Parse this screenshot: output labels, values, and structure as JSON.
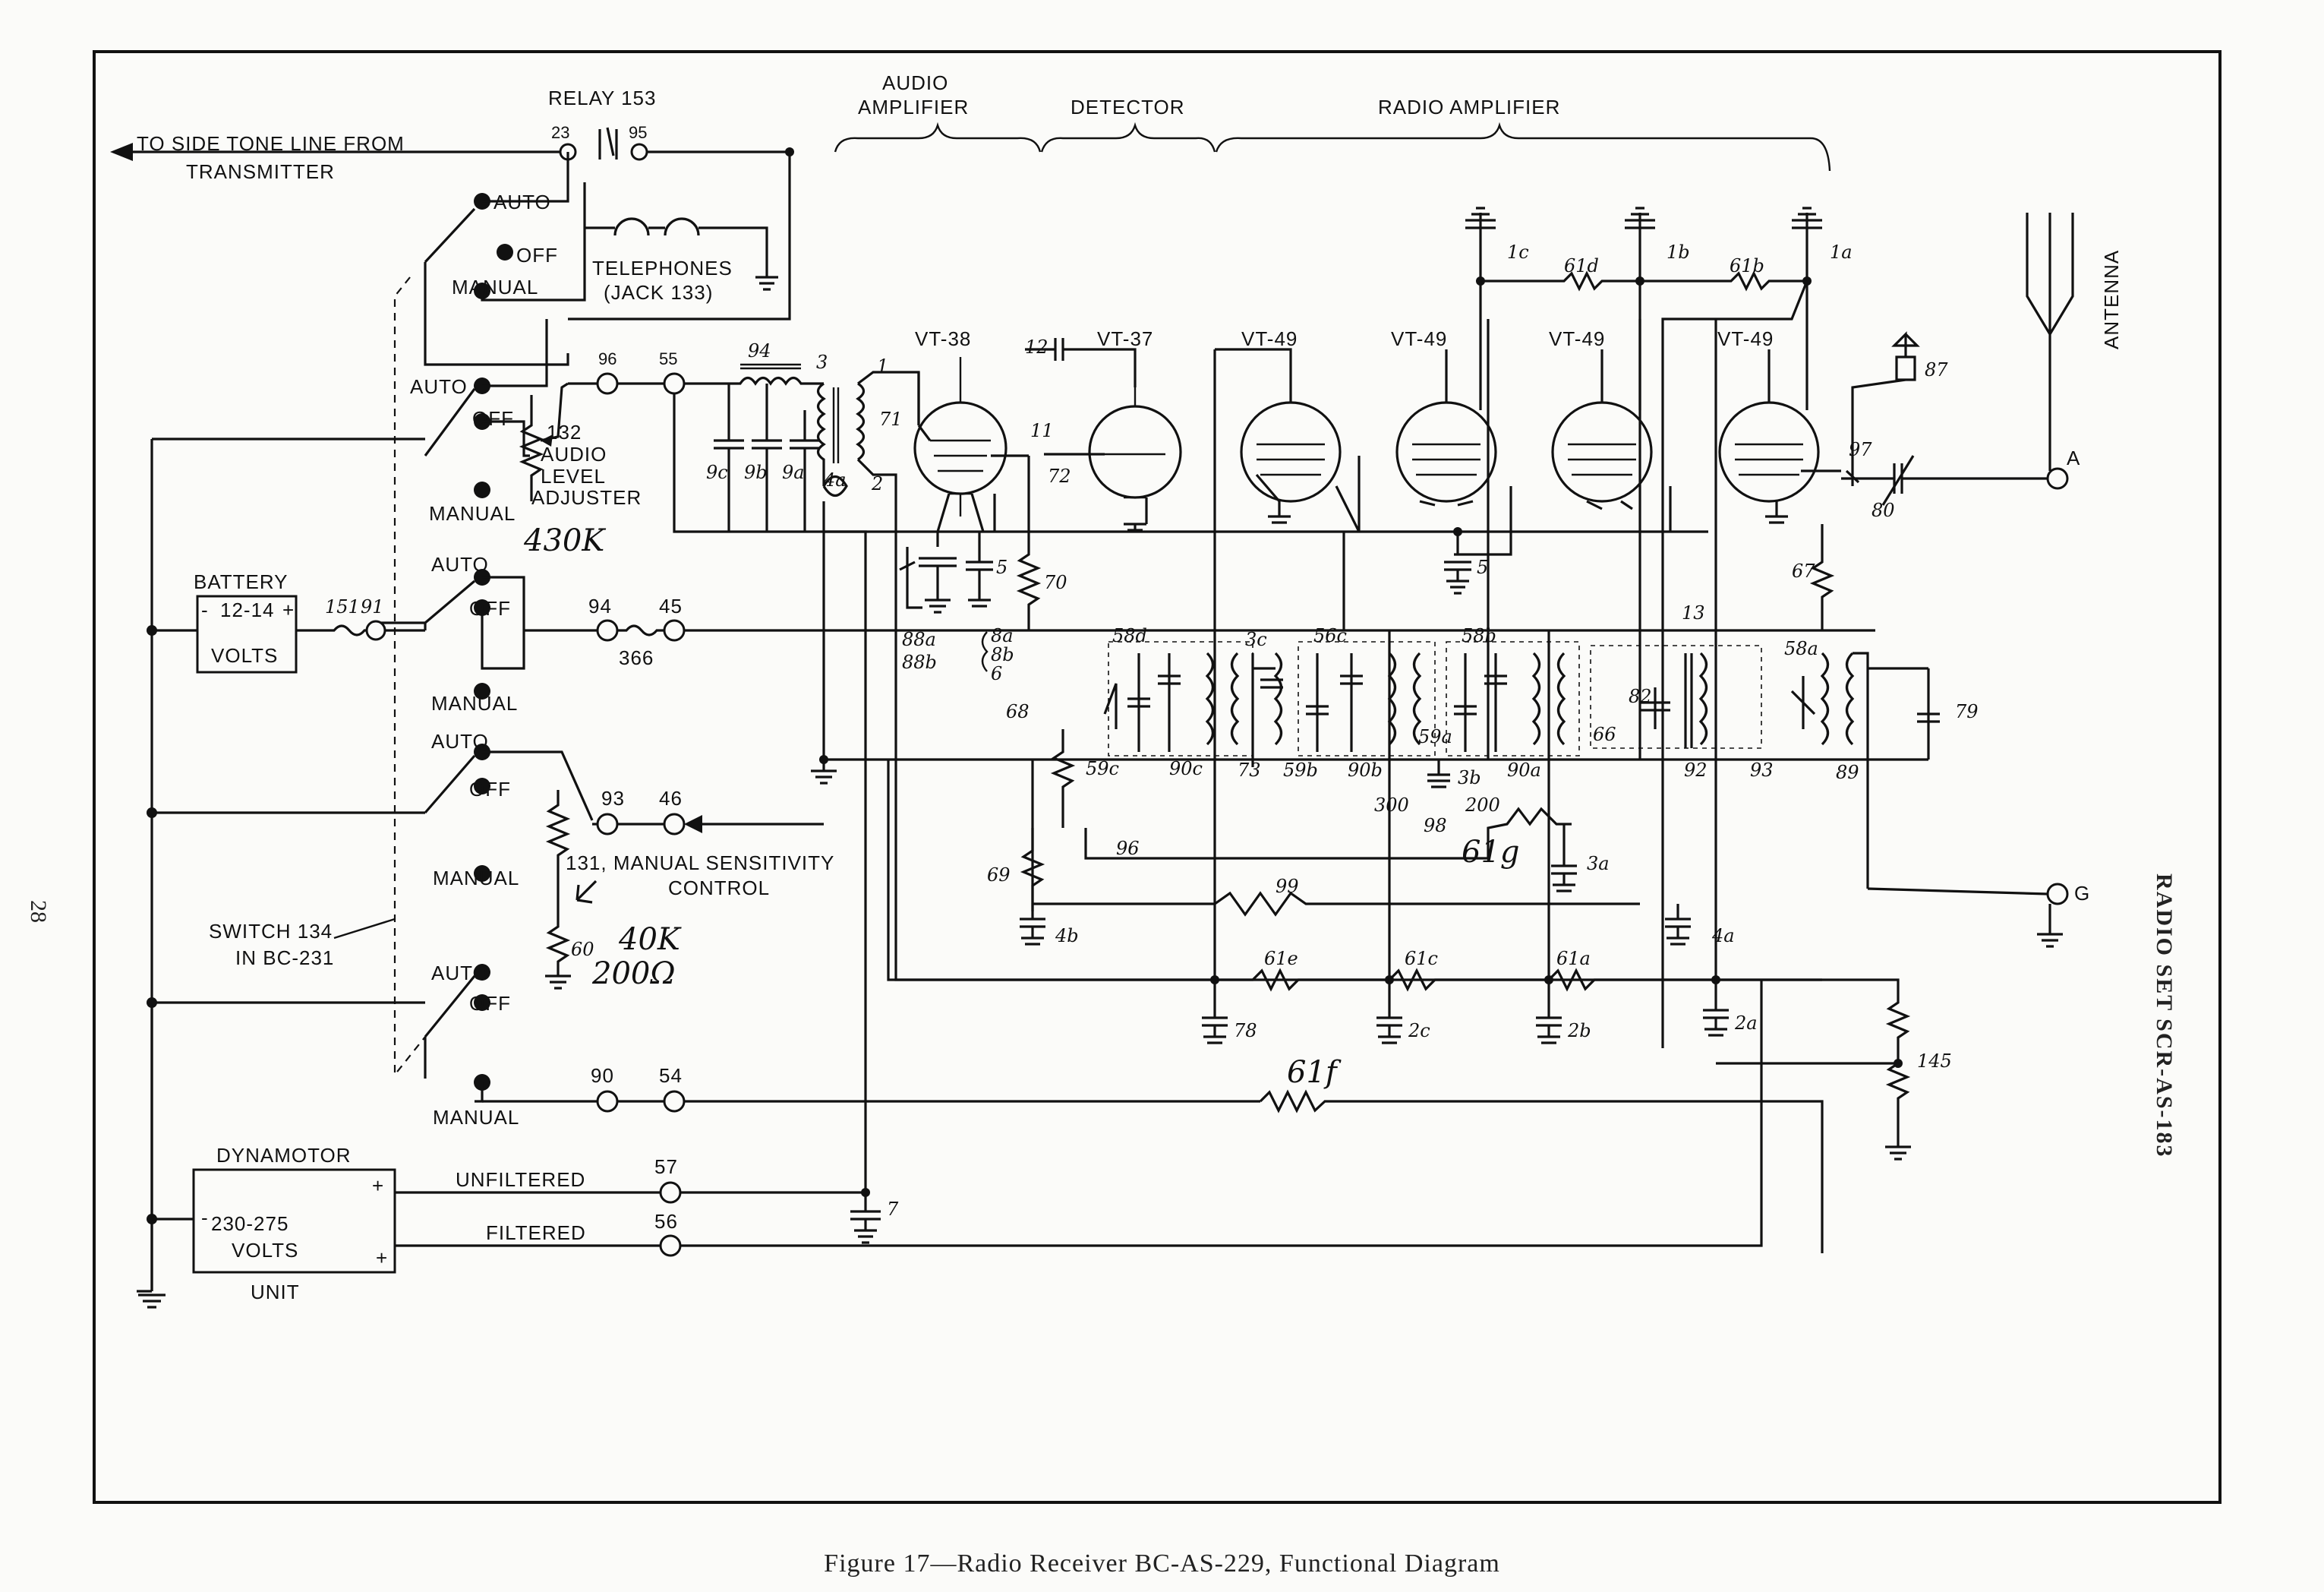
{
  "caption": "Figure 17—Radio Receiver BC-AS-229, Functional Diagram",
  "page_number": "28",
  "side_title": "RADIO SET SCR-AS-183",
  "sections": {
    "audio_amplifier_1": "AUDIO",
    "audio_amplifier_2": "AMPLIFIER",
    "detector": "DETECTOR",
    "radio_amplifier": "RADIO AMPLIFIER"
  },
  "relay": {
    "label": "RELAY 153",
    "t_23": "23",
    "t_95": "95"
  },
  "side_tone": {
    "line1": "TO SIDE TONE LINE FROM",
    "line2": "TRANSMITTER"
  },
  "telephones": {
    "line1": "TELEPHONES",
    "line2": "(JACK 133)"
  },
  "switch_positions": {
    "auto": "AUTO",
    "off": "OFF",
    "manual": "MANUAL"
  },
  "audio_level": {
    "t_96": "96",
    "t_55": "55",
    "line1": "132",
    "line2": "AUDIO",
    "line3": "LEVEL",
    "line4": "ADJUSTER",
    "note": "430K"
  },
  "battery": {
    "title": "BATTERY",
    "value": "12-14",
    "minus": "-",
    "plus": "+",
    "unit": "VOLTS",
    "r151": "151",
    "t91": "91"
  },
  "battery_line": {
    "t94": "94",
    "t45": "45",
    "r366": "366"
  },
  "sensitivity": {
    "t93": "93",
    "t46": "46",
    "line1": "131, MANUAL SENSITIVITY",
    "line2": "CONTROL",
    "note1": "40K",
    "r60": "60",
    "note2": "200Ω"
  },
  "switch_134": {
    "line1": "SWITCH 134",
    "line2": "IN BC-231"
  },
  "dyn_line": {
    "t90": "90",
    "t54": "54",
    "r61f": "61f"
  },
  "dynamotor": {
    "title": "DYNAMOTOR",
    "value": "230-275",
    "unit": "VOLTS",
    "footer": "UNIT",
    "plus": "+",
    "minus": "-",
    "unfiltered": "UNFILTERED",
    "filtered": "FILTERED",
    "t57": "57",
    "t56": "56",
    "c7": "7"
  },
  "tubes": [
    "VT-38",
    "VT-37",
    "VT-49",
    "VT-49",
    "VT-49",
    "VT-49"
  ],
  "antenna": {
    "label": "ANTENNA",
    "term_a": "A",
    "term_g": "G"
  },
  "components": {
    "c1a": "1a",
    "c1b": "1b",
    "c1c": "1c",
    "r61b": "61b",
    "r61d": "61d",
    "t94": "94",
    "t3": "3",
    "t1": "1",
    "t71": "71",
    "t2": "2",
    "t4a": "4a",
    "c9a": "9a",
    "c9b": "9b",
    "c9c": "9c",
    "t12": "12",
    "t11": "11",
    "t72": "72",
    "c5a": "5",
    "c5b": "5",
    "r70": "70",
    "b8a": "8a",
    "b8b": "8b",
    "b6": "6",
    "b88a": "88a",
    "b88b": "88b",
    "r68": "68",
    "l58d": "58d",
    "l58c": "56c",
    "l58b": "58b",
    "l58a": "58a",
    "c3c": "3c",
    "c3b": "3b",
    "c59c": "59c",
    "c59b": "59b",
    "c59a": "59a",
    "l90c": "90c",
    "l90b": "90b",
    "l90a": "90a",
    "t73": "73",
    "r13": "13",
    "c82": "82",
    "r66": "66",
    "t92": "92",
    "t93": "93",
    "t89": "89",
    "c79": "79",
    "c87": "87",
    "t97": "97",
    "c80": "80",
    "r67": "67",
    "r98": "98",
    "r61g": "61g",
    "n300": "300",
    "n200": "200",
    "r96": "96",
    "c3a": "3a",
    "r99": "99",
    "r69": "69",
    "c4b": "4b",
    "c4a": "4a",
    "r61e": "61e",
    "r61c": "61c",
    "r61a": "61a",
    "c78": "78",
    "c2c": "2c",
    "c2b": "2b",
    "c2a": "2a",
    "r145": "145"
  },
  "colors": {
    "ink": "#111111",
    "paper": "#fbfbf9"
  }
}
